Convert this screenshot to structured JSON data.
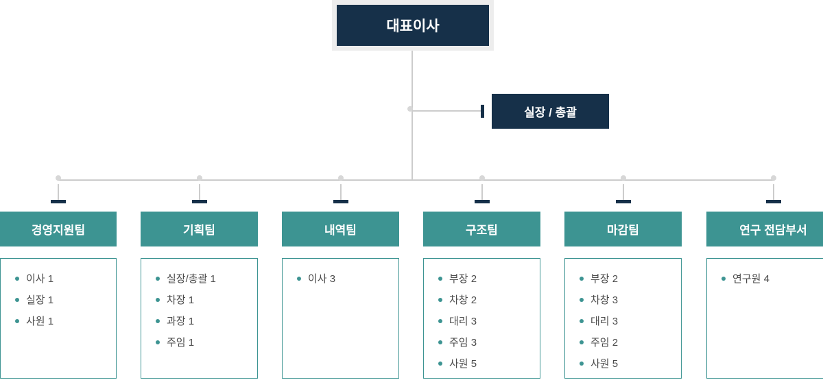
{
  "palette": {
    "navy": "#163049",
    "teal": "#3d9492",
    "connector_line": "#cccccc",
    "ceo_frame": "#ededed",
    "member_text": "#4b4b4b"
  },
  "ceo": {
    "label": "대표이사"
  },
  "assistant": {
    "label": "실장 / 총괄"
  },
  "teams": [
    {
      "label": "경영지원팀",
      "members": [
        "이사 1",
        "실장 1",
        "사원 1"
      ]
    },
    {
      "label": "기획팀",
      "members": [
        "실장/총괄 1",
        "차장 1",
        "과장 1",
        "주임 1"
      ]
    },
    {
      "label": "내역팀",
      "members": [
        "이사 3"
      ]
    },
    {
      "label": "구조팀",
      "members": [
        "부장 2",
        "차창 2",
        "대리 3",
        "주임 3",
        "사원 5"
      ]
    },
    {
      "label": "마감팀",
      "members": [
        "부장 2",
        "차창 3",
        "대리 3",
        "주임 2",
        "사원 5"
      ]
    },
    {
      "label": "연구 전담부서",
      "members": [
        "연구원 4"
      ]
    }
  ]
}
